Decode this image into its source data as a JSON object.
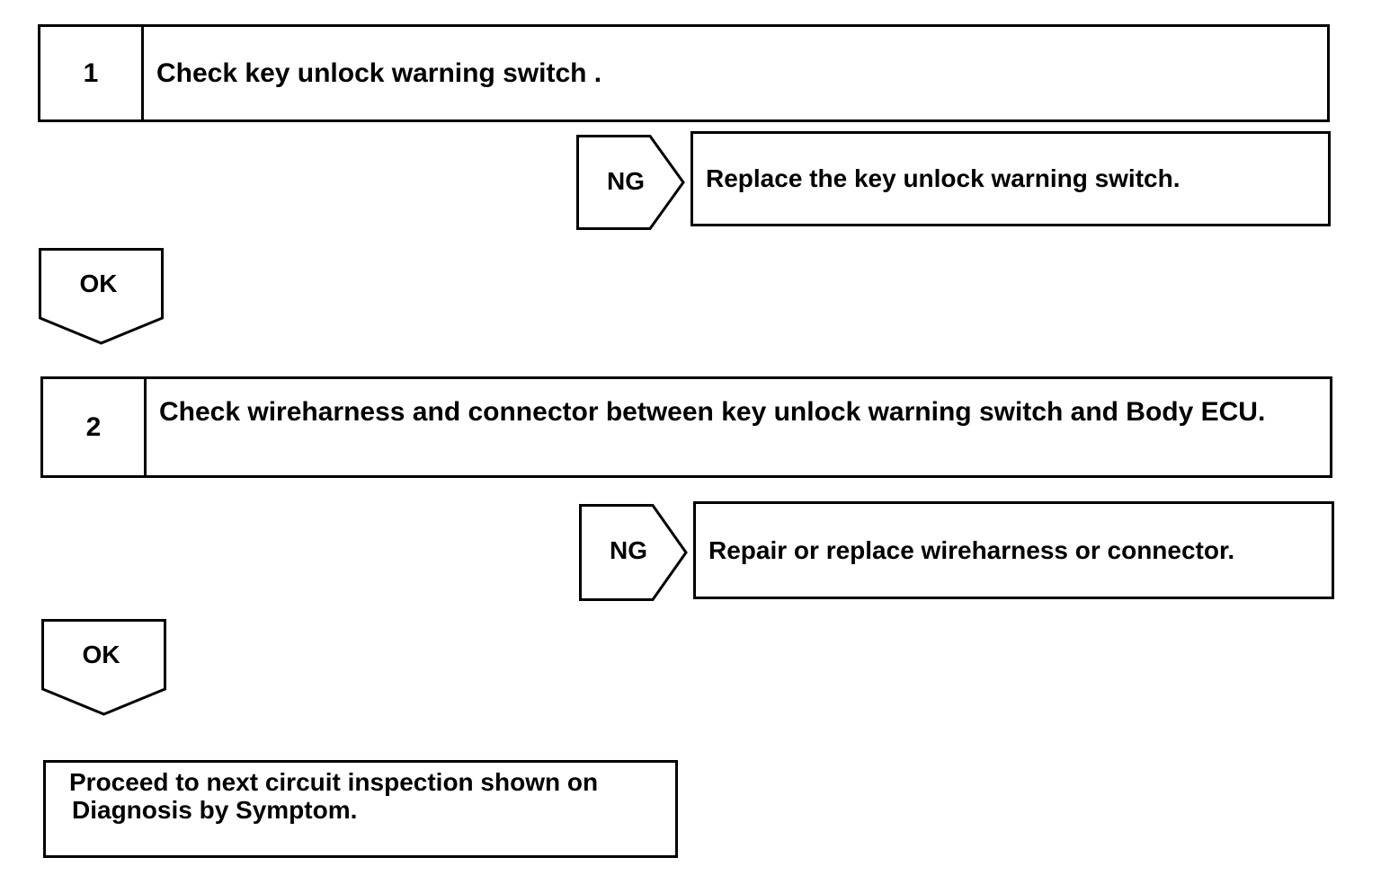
{
  "steps": [
    {
      "number": "1",
      "text": "Check key unlock warning switch ."
    },
    {
      "number": "2",
      "text": "Check wireharness and connector between key unlock warning switch and Body ECU."
    }
  ],
  "ng_branches": [
    {
      "label": "NG",
      "action": "Replace the key unlock warning switch."
    },
    {
      "label": "NG",
      "action": "Repair or replace wireharness or connector."
    }
  ],
  "ok_labels": [
    "OK",
    "OK"
  ],
  "final": {
    "text_line1": "Proceed to next circuit inspection shown on",
    "text_line2": "Diagnosis by Symptom."
  }
}
